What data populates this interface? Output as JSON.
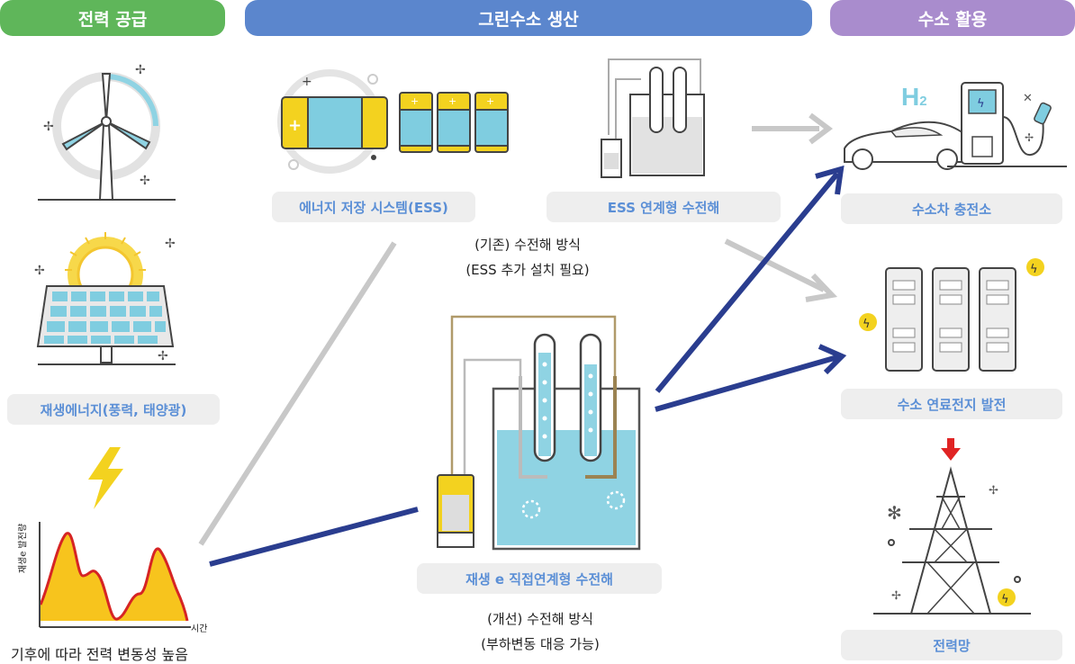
{
  "headers": {
    "supply": "전력 공급",
    "production": "그린수소 생산",
    "usage": "수소 활용"
  },
  "labels": {
    "renewable": "재생에너지(풍력, 태양광)",
    "ess": "에너지 저장 시스템(ESS)",
    "ess_electrolysis": "ESS 연계형 수전해",
    "direct_electrolysis": "재생 e 직접연계형 수전해",
    "charging": "수소차 충전소",
    "fuel_cell": "수소 연료전지 발전",
    "grid": "전력망"
  },
  "notes": {
    "old_line1": "(기존) 수전해 방식",
    "old_line2": "(ESS 추가 설치 필요)",
    "new_line1": "(개선) 수전해 방식",
    "new_line2": "(부하변동 대응 가능)",
    "volatility": "기후에 따라 전력 변동성 높음"
  },
  "chart": {
    "ylabel": "재생e 발전량",
    "xlabel": "시간"
  },
  "h2_symbol": "H",
  "h2_sub": "2",
  "colors": {
    "supply": "#5fb65a",
    "production": "#5b86cd",
    "usage": "#a98ccd",
    "label_text": "#5b8fd6",
    "arrow_blue": "#2a3d8f",
    "arrow_gray": "#c8c8c8",
    "yellow": "#f3d21f",
    "water": "#8fd3e3"
  }
}
